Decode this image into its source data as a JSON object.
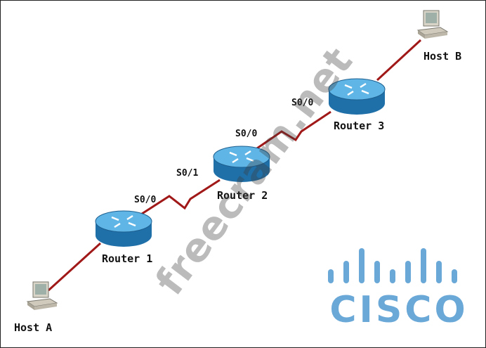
{
  "devices": {
    "host_a": "Host A",
    "host_b": "Host B",
    "router_1": "Router 1",
    "router_2": "Router 2",
    "router_3": "Router 3"
  },
  "interfaces": {
    "r1_s00": "S0/0",
    "r2_s01": "S0/1",
    "r2_s00": "S0/0",
    "r3_s00": "S0/0"
  },
  "watermark": "freecram.net",
  "logo": "CISCO",
  "colors": {
    "link": "#a01818",
    "router_top": "#5fb6e6",
    "router_side": "#1f6fa8",
    "logo": "#6aa8d8"
  }
}
